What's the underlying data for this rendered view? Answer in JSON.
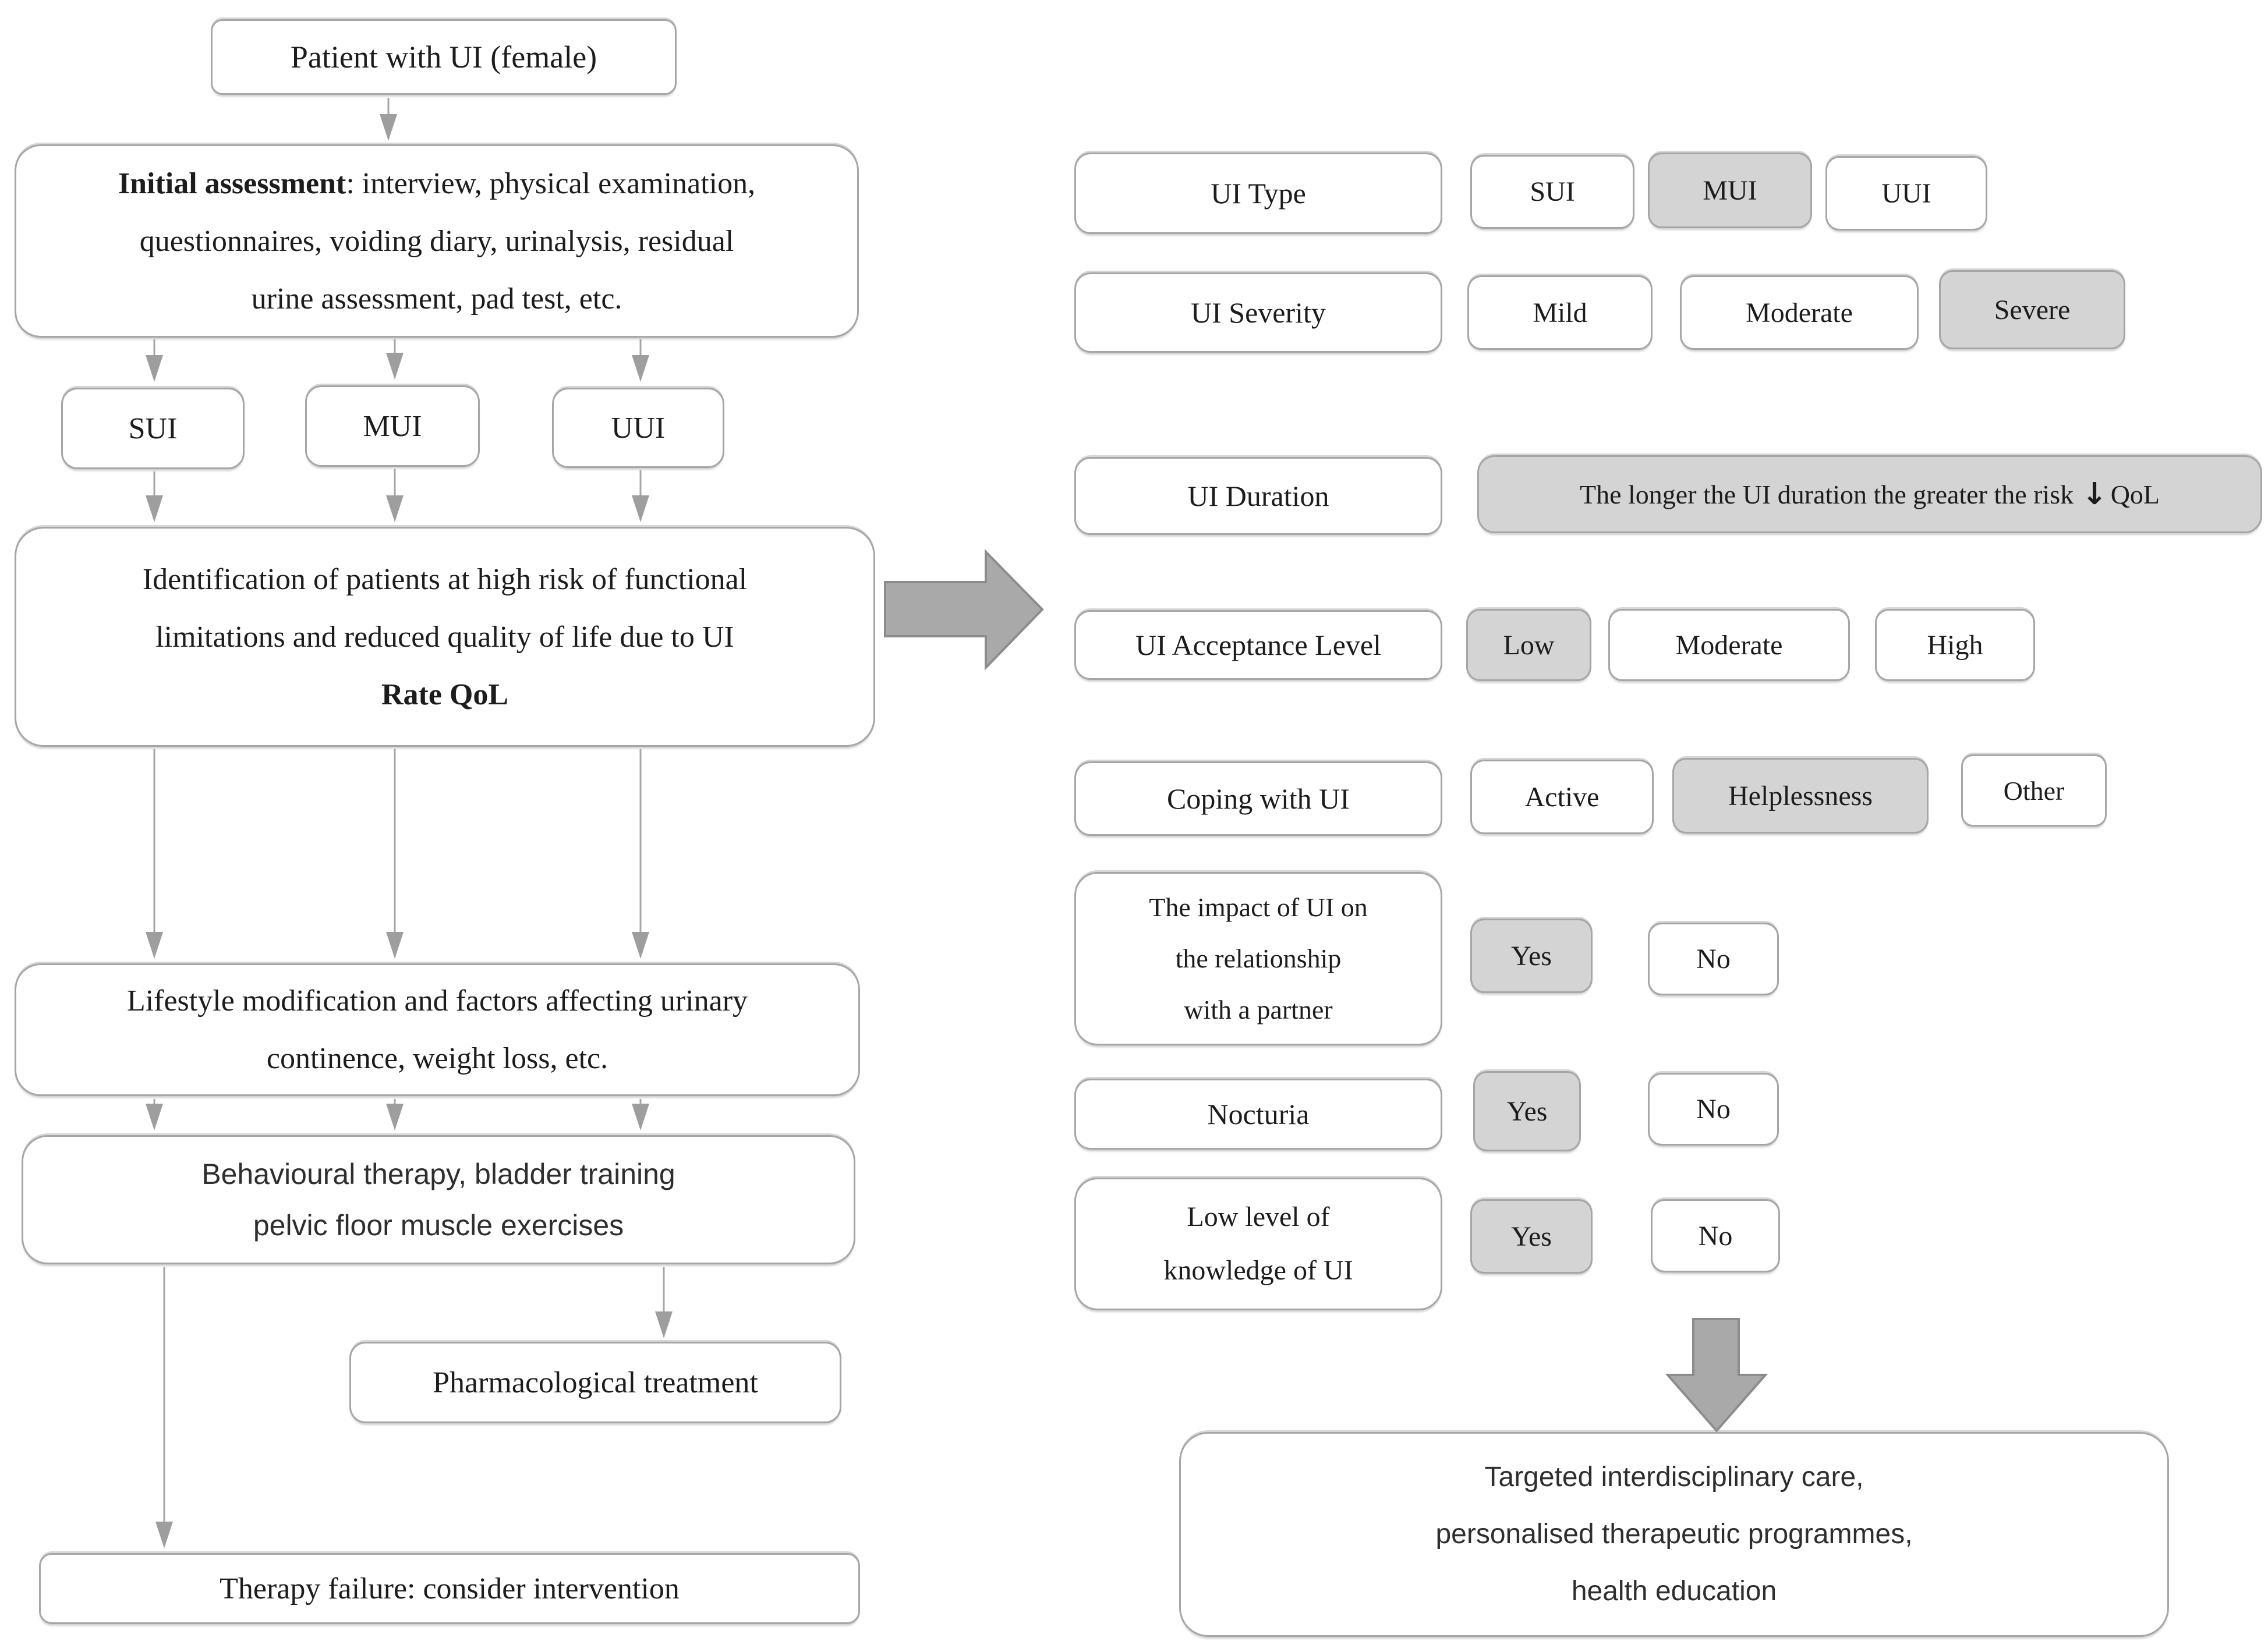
{
  "theme": {
    "background": "#ffffff",
    "box_border": "#a6a6a6",
    "box_fill": "#ffffff",
    "selected_fill": "#d4d4d4",
    "arrow_fill": "#a9a9a9",
    "arrow_stroke": "#8c8c8c",
    "connector": "#a6a6a6",
    "text": "#1c1c1c"
  },
  "flowchart": {
    "patient_box": "Patient with UI (female)",
    "assessment_box": {
      "bold": "Initial assessment",
      "line1_rest": ": interview, physical examination,",
      "line2": "questionnaires, voiding diary, urinalysis, residual",
      "line3": "urine assessment, pad test, etc."
    },
    "sui_box": "SUI",
    "mui_box": "MUI",
    "uui_box": "UUI",
    "identification_box": {
      "line1": "Identification of patients at high risk of functional",
      "line2": "limitations and reduced quality of life due to UI",
      "bold": "Rate QoL"
    },
    "lifestyle_box": {
      "line1": "Lifestyle modification and factors affecting urinary",
      "line2": "continence, weight loss, etc."
    },
    "behavioural_box": {
      "line1": "Behavioural therapy, bladder training",
      "line2": "pelvic floor muscle exercises"
    },
    "pharmacological_box": "Pharmacological treatment",
    "therapy_failure_box": "Therapy failure: consider intervention"
  },
  "panel": {
    "ui_type": {
      "label": "UI Type",
      "options": [
        "SUI",
        "MUI",
        "UUI"
      ],
      "selected": "MUI"
    },
    "ui_severity": {
      "label": "UI Severity",
      "options": [
        "Mild",
        "Moderate",
        "Severe"
      ],
      "selected": "Severe"
    },
    "ui_duration": {
      "label": "UI Duration",
      "note": "The longer the UI duration the greater the risk",
      "down_arrow_glyph": "↓",
      "note_suffix": "QoL"
    },
    "ui_acceptance": {
      "label": "UI Acceptance Level",
      "options": [
        "Low",
        "Moderate",
        "High"
      ],
      "selected": "Low"
    },
    "coping": {
      "label": "Coping with UI",
      "options": [
        "Active",
        "Helplessness",
        "Other"
      ],
      "selected": "Helplessness"
    },
    "impact": {
      "label_line1": "The impact of UI on",
      "label_line2": "the relationship",
      "label_line3": "with a partner",
      "options": [
        "Yes",
        "No"
      ],
      "selected": "Yes"
    },
    "nocturia": {
      "label": "Nocturia",
      "options": [
        "Yes",
        "No"
      ],
      "selected": "Yes"
    },
    "knowledge": {
      "label_line1": "Low level of",
      "label_line2": "knowledge of UI",
      "options": [
        "Yes",
        "No"
      ],
      "selected": "Yes"
    },
    "target_box": {
      "line1": "Targeted interdisciplinary care,",
      "line2": "personalised therapeutic programmes,",
      "line3": "health education"
    }
  }
}
